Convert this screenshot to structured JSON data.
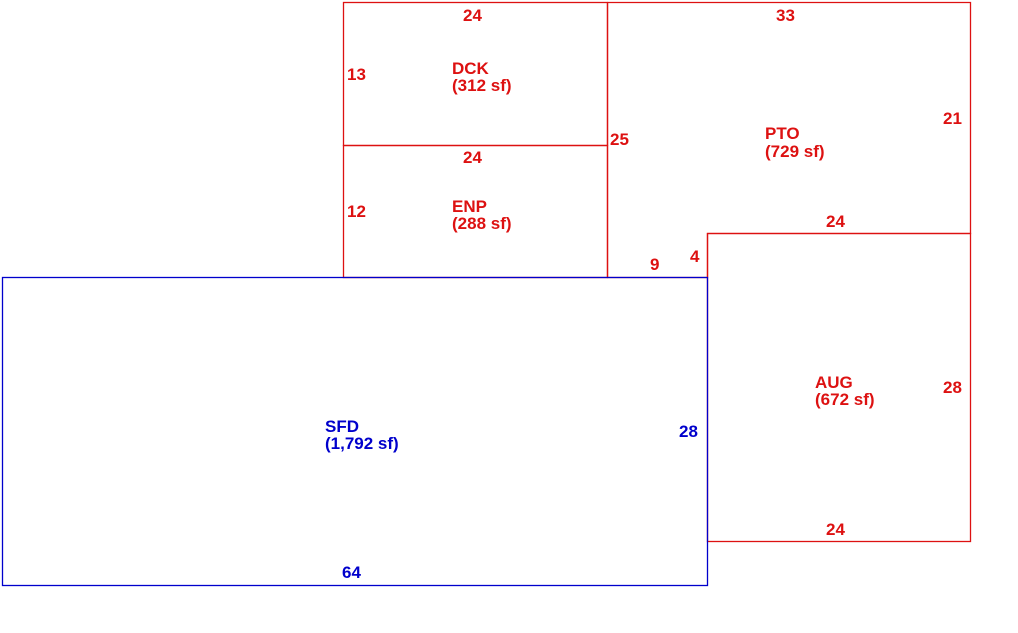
{
  "colors": {
    "addition": "#dd1111",
    "main": "#0000cc",
    "background": "#ffffff"
  },
  "areas": {
    "dck": {
      "name": "DCK",
      "area": "(312 sf)",
      "color": "#dd1111",
      "dims": {
        "top": "24",
        "left": "13"
      }
    },
    "enp": {
      "name": "ENP",
      "area": "(288 sf)",
      "color": "#dd1111",
      "dims": {
        "top": "24",
        "left": "12"
      }
    },
    "pto": {
      "name": "PTO",
      "area": "(729 sf)",
      "color": "#dd1111",
      "dims": {
        "top": "33",
        "left": "25",
        "right": "21",
        "bottom_right": "24",
        "bottom_left": "9",
        "step": "4"
      }
    },
    "aug": {
      "name": "AUG",
      "area": "(672 sf)",
      "color": "#dd1111",
      "dims": {
        "right": "28",
        "bottom": "24"
      }
    },
    "sfd": {
      "name": "SFD",
      "area": "(1,792 sf)",
      "color": "#0000cc",
      "dims": {
        "bottom": "64",
        "right": "28"
      }
    }
  }
}
